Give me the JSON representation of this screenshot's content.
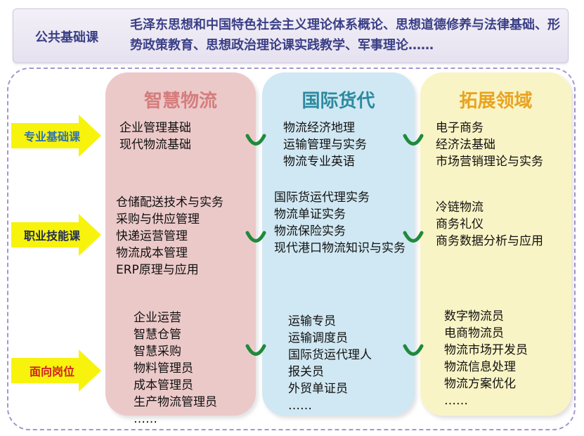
{
  "banner": {
    "label": "公共基础课",
    "text": "毛泽东思想和中国特色社会主义理论体系概论、思想道德修养与法律基础、形势政策教育、思想政治理论课实践教学、军事理论……"
  },
  "columns": [
    {
      "title": "智慧物流",
      "color": "#d47d7d"
    },
    {
      "title": "国际货代",
      "color": "#2c8aa0"
    },
    {
      "title": "拓展领域",
      "color": "#e8a322"
    }
  ],
  "rows": [
    {
      "label": "专业基础课",
      "arrow_color": "#f7f30c",
      "text_color": "#2f72b6"
    },
    {
      "label": "职业技能课",
      "arrow_color": "#f7f30c",
      "text_color": "#1f2a5a"
    },
    {
      "label": "面向岗位",
      "arrow_color": "#f7f30c",
      "text_color": "#d12121"
    }
  ],
  "cells": {
    "basic": [
      [
        "企业管理基础",
        "现代物流基础"
      ],
      [
        "物流经济地理",
        "运输管理与实务",
        "物流专业英语"
      ],
      [
        "电子商务",
        "经济法基础",
        "市场营销理论与实务"
      ]
    ],
    "skill": [
      [
        "仓储配送技术与实务",
        "采购与供应管理",
        "快递运营管理",
        "物流成本管理",
        "ERP原理与应用"
      ],
      [
        "国际货运代理实务",
        "物流单证实务",
        "物流保险实务",
        "现代港口物流知识与实务"
      ],
      [
        "冷链物流",
        "商务礼仪",
        "商务数据分析与应用"
      ]
    ],
    "jobs": [
      [
        "企业运营",
        "智慧仓管",
        "智慧采购",
        "物料管理员",
        "成本管理员",
        "生产物流管理员",
        "……"
      ],
      [
        "运输专员",
        "运输调度员",
        "国际货运代理人",
        "报关员",
        "外贸单证员",
        "……"
      ],
      [
        "数字物流员",
        "电商物流员",
        "物流市场开发员",
        "物流信息处理",
        "物流方案优化",
        "……"
      ]
    ]
  },
  "connector_color": "#1f8a3a"
}
